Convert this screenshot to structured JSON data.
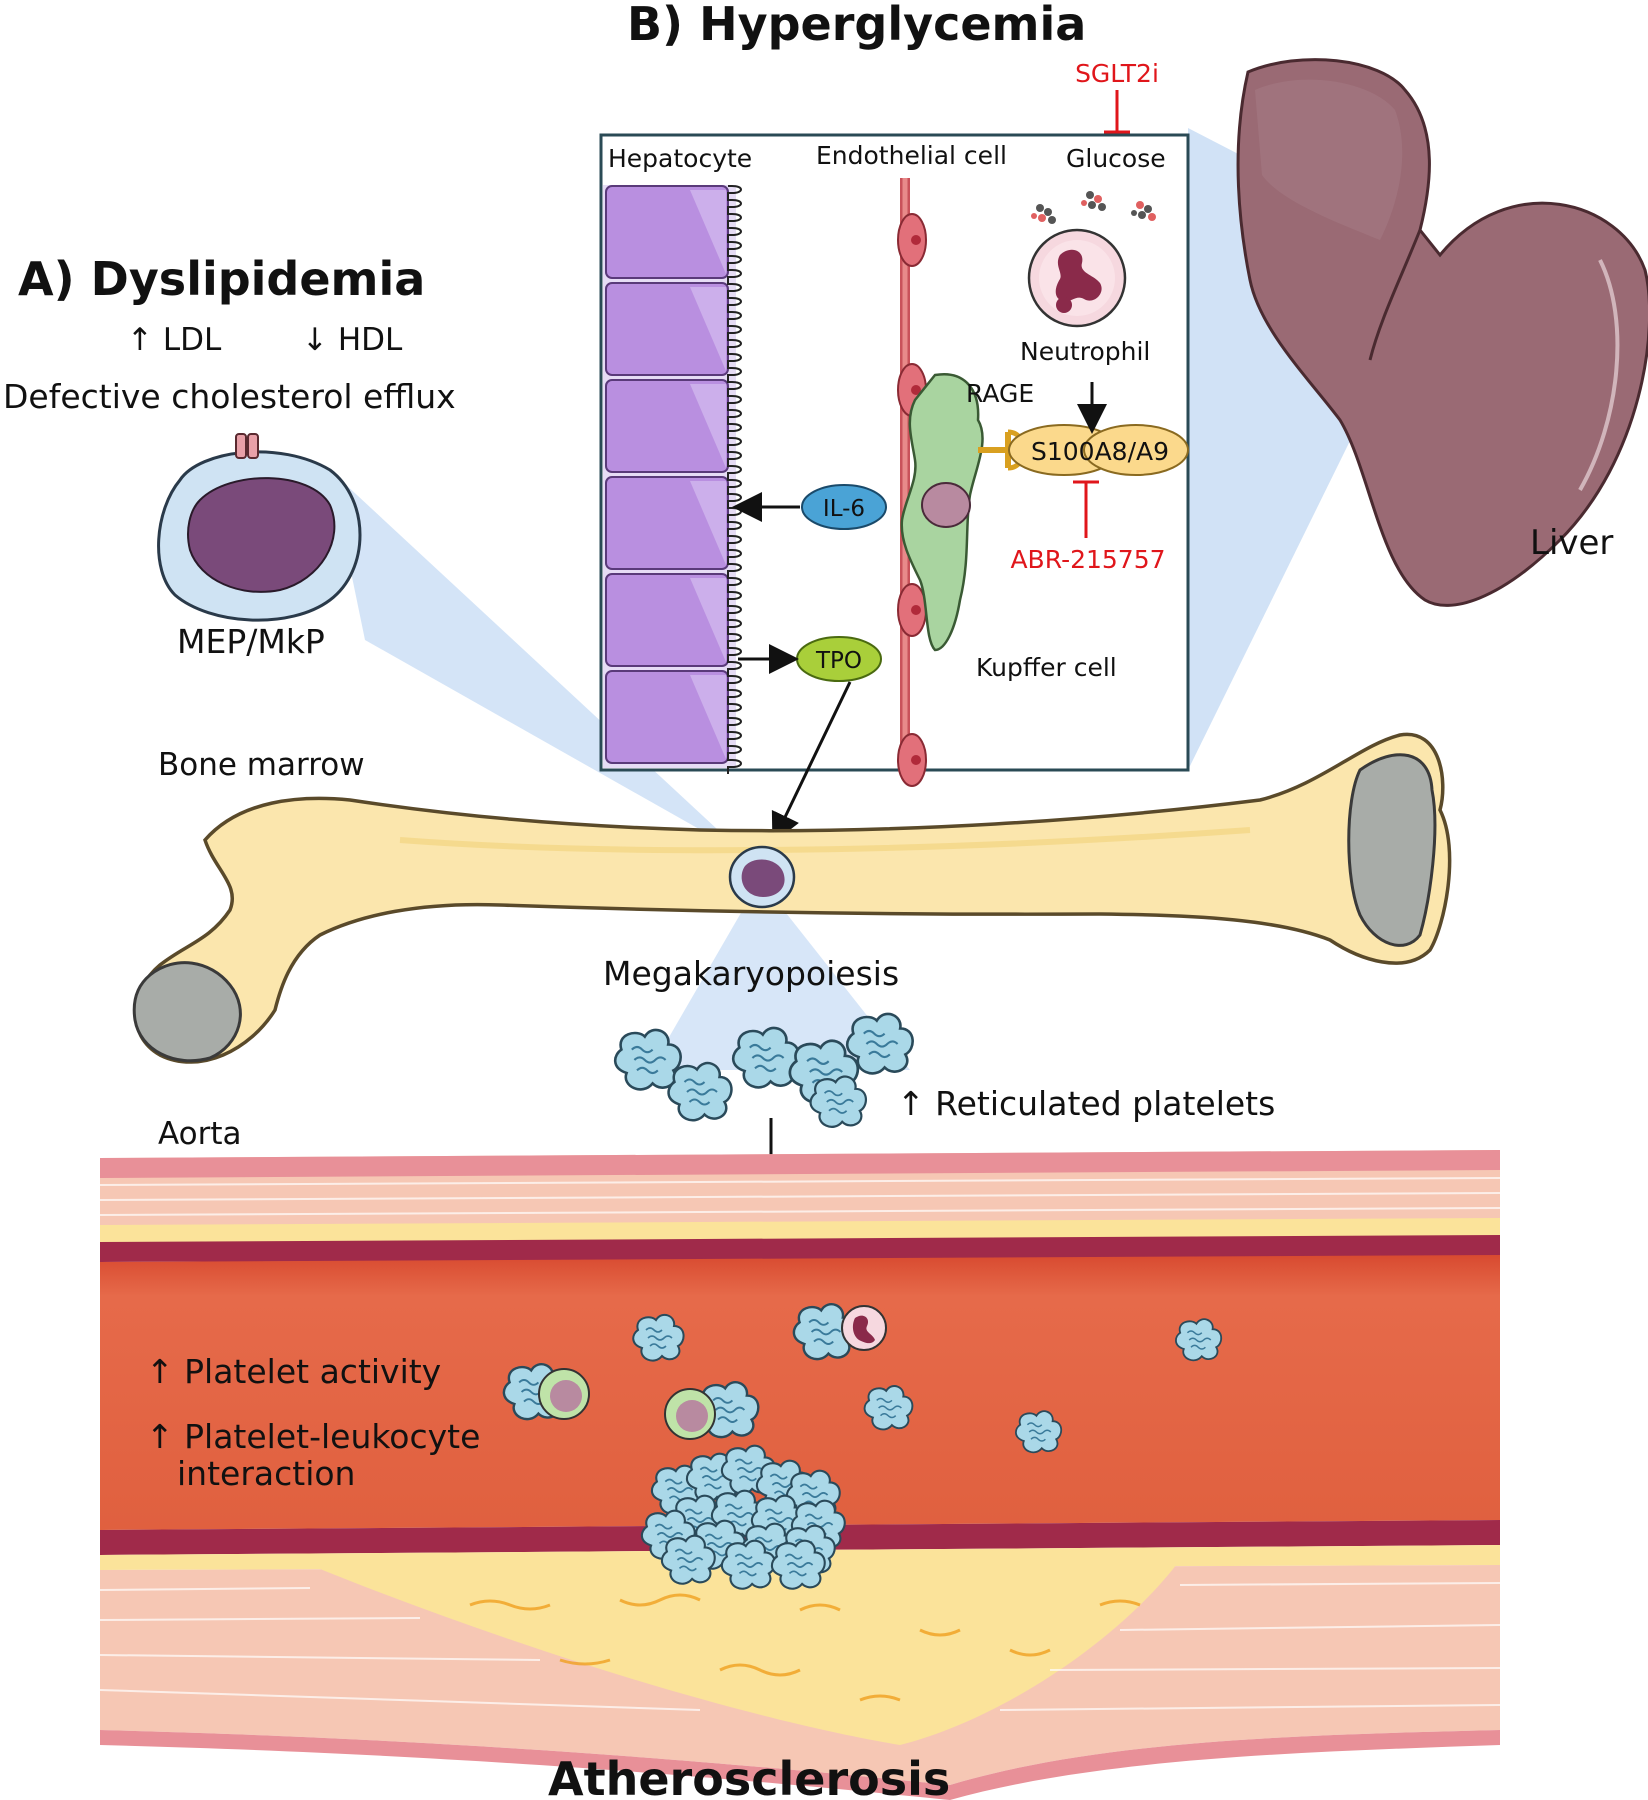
{
  "colors": {
    "bone": "#fbe6ad",
    "bone_outline": "#5a4a2a",
    "cartilage": "#a8aca8",
    "liver": "#9a6a74",
    "vessel_lumen": "#e4694b",
    "plaque": "#fbe39a",
    "tissue": "#f6c7b4",
    "platelet": "#aad8e8",
    "inhibitor_red": "#e0161b",
    "zoom_blue": "#c9ddf5"
  },
  "labels": {
    "title_b": "B) Hyperglycemia",
    "title_a": "A) Dyslipidemia",
    "ldl": "↑ LDL",
    "hdl": "↓ HDL",
    "efflux": "Defective cholesterol efflux",
    "mep": "MEP/MkP",
    "bone_marrow": "Bone marrow",
    "megakaryopoiesis": "Megakaryopoiesis",
    "reticulated": "↑ Reticulated platelets",
    "aorta": "Aorta",
    "platelet_activity": "↑ Platelet activity",
    "pl_interaction_1": "↑ Platelet-leukocyte",
    "pl_interaction_2": "interaction",
    "atherosclerosis": "Atherosclerosis",
    "liver": "Liver"
  },
  "inset": {
    "hepatocyte": "Hepatocyte",
    "endothelial": "Endothelial cell",
    "glucose": "Glucose",
    "sglt2i": "SGLT2i",
    "neutrophil": "Neutrophil",
    "rage": "RAGE",
    "s100": "S100A8/A9",
    "abr": "ABR-215757",
    "il6": "IL-6",
    "tpo": "TPO",
    "kupffer": "Kupffer cell"
  }
}
